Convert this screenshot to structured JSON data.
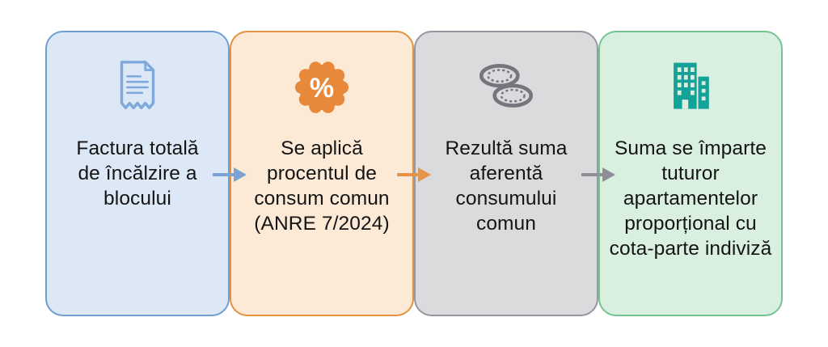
{
  "diagram": {
    "steps": [
      {
        "label": "Factura totală de încălzire a blocului",
        "icon": "invoice-icon",
        "bg_color": "#dde8f6",
        "border_color": "#6f9ecf",
        "icon_color": "#7fa9da"
      },
      {
        "label": "Se aplică procentul de consum comun (ANRE 7/2024)",
        "icon": "percent-badge-icon",
        "badge_symbol": "%",
        "bg_color": "#fcead6",
        "border_color": "#e3923f",
        "icon_color": "#e8883a"
      },
      {
        "label": "Rezultă suma aferentă consumului comun",
        "icon": "coins-icon",
        "bg_color": "#dbdbde",
        "border_color": "#97979f",
        "icon_color": "#75757d"
      },
      {
        "label": "Suma se împarte tuturor apartamentelor proporțional cu cota-parte indiviză",
        "icon": "building-icon",
        "bg_color": "#d9efe0",
        "border_color": "#74c491",
        "icon_color": "#13a29a"
      }
    ],
    "arrows": [
      {
        "color": "#7da3d4"
      },
      {
        "color": "#e8934a"
      },
      {
        "color": "#8e8e96"
      }
    ]
  }
}
